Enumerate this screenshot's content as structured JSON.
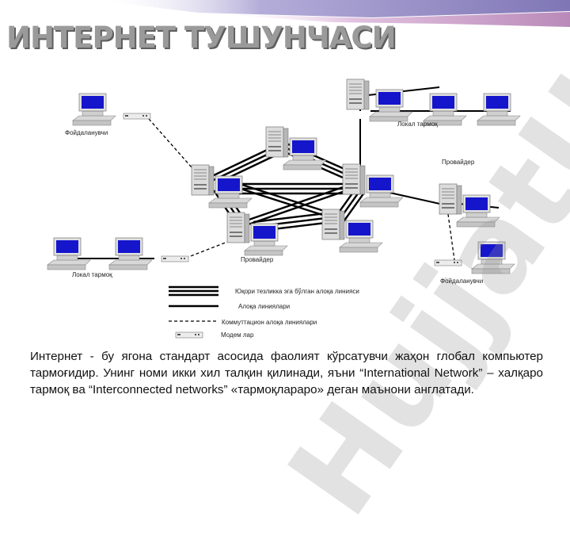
{
  "title": "ИНТЕРНЕТ ТУШУНЧАСИ",
  "watermark": "HujjatUz",
  "labels": {
    "user_top_left": "Фойдаланувчи",
    "local_net_top_right": "Локал тармоқ",
    "provider_right": "Провайдер",
    "provider_center": "Провайдер",
    "local_net_bottom_left": "Локал тармоқ",
    "user_bottom_right": "Фойдаланувчи"
  },
  "legend": [
    {
      "label": "Юқори тезликка эга бўлган алоқа линияси"
    },
    {
      "label": "Алоқа линиялари"
    },
    {
      "label": "Коммуттацион алоқа линиялари"
    },
    {
      "label": "Модем лар"
    }
  ],
  "body_text": "Интернет - бу ягона стандарт асосида фаолият кўрсатувчи жаҳон глобал компьютер тармоғидир. Унинг номи икки хил талқин қилинади, яъни “International Network” – халқаро тармоқ ва “Interconnected networks” «тармоқлараро» деган маънони англатади.",
  "colors": {
    "title_fill": "#9a9a9a",
    "title_shadow": "#5e5e5e",
    "header_band_1": "#8e86c0",
    "header_band_2": "#c79ac6",
    "monitor_screen": "#1515cc",
    "link_color": "#000000"
  }
}
